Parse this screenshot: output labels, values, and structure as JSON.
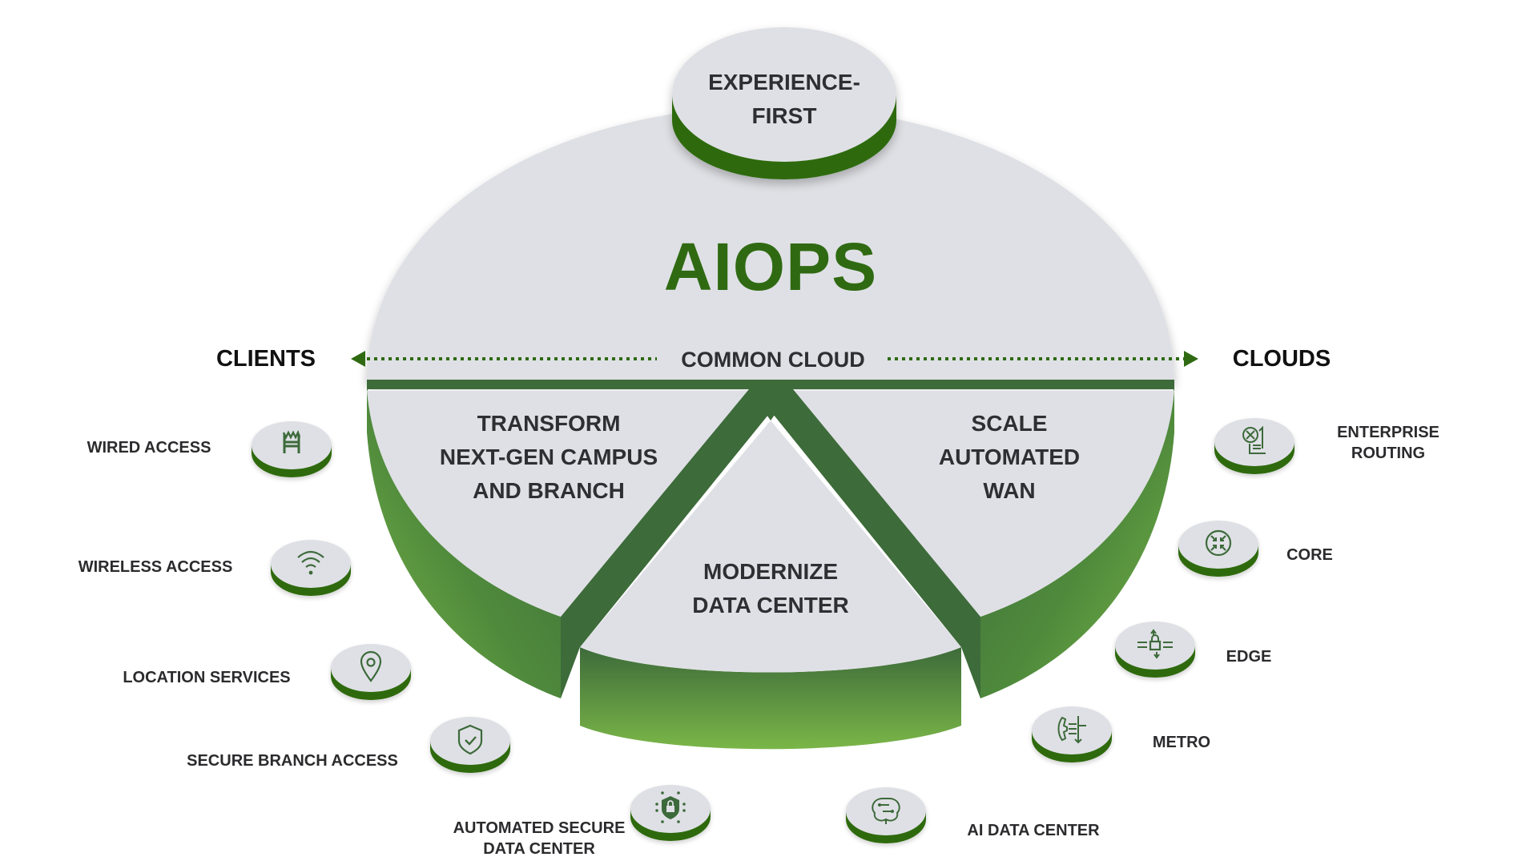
{
  "colors": {
    "surface": "#dfe0e5",
    "dark_green": "#3d6b3a",
    "bright_green": "#7ab648",
    "puck_rim": "#2e6b0f",
    "aiops_text": "#2f6a12",
    "label_text": "#2e2f33"
  },
  "top_puck": {
    "line1": "EXPERIENCE-",
    "line2": "FIRST"
  },
  "title": "AIOPS",
  "axis": {
    "left_label": "CLIENTS",
    "center_label": "COMMON CLOUD",
    "right_label": "CLOUDS"
  },
  "segments": [
    {
      "id": "campus",
      "lines": [
        "TRANSFORM",
        "NEXT-GEN CAMPUS",
        "AND BRANCH"
      ]
    },
    {
      "id": "wan",
      "lines": [
        "SCALE",
        "AUTOMATED",
        "WAN"
      ]
    },
    {
      "id": "datacenter",
      "lines": [
        "MODERNIZE",
        "DATA CENTER"
      ]
    }
  ],
  "clients": [
    {
      "label": "WIRED ACCESS",
      "icon": "wired-switch-icon"
    },
    {
      "label": "WIRELESS ACCESS",
      "icon": "wifi-icon"
    },
    {
      "label": "LOCATION SERVICES",
      "icon": "location-pin-icon"
    },
    {
      "label": "SECURE BRANCH ACCESS",
      "icon": "shield-check-icon"
    },
    {
      "label_line1": "AUTOMATED SECURE",
      "label_line2": "DATA CENTER",
      "icon": "shield-lock-circuit-icon"
    }
  ],
  "clouds": [
    {
      "label_line1": "ENTERPRISE",
      "label_line2": "ROUTING",
      "icon": "router-document-icon"
    },
    {
      "label": "CORE",
      "icon": "core-router-icon"
    },
    {
      "label": "EDGE",
      "icon": "lock-arrows-icon"
    },
    {
      "label": "METRO",
      "icon": "phone-arrows-icon"
    },
    {
      "label": "AI DATA CENTER",
      "icon": "brain-circuit-icon"
    }
  ]
}
